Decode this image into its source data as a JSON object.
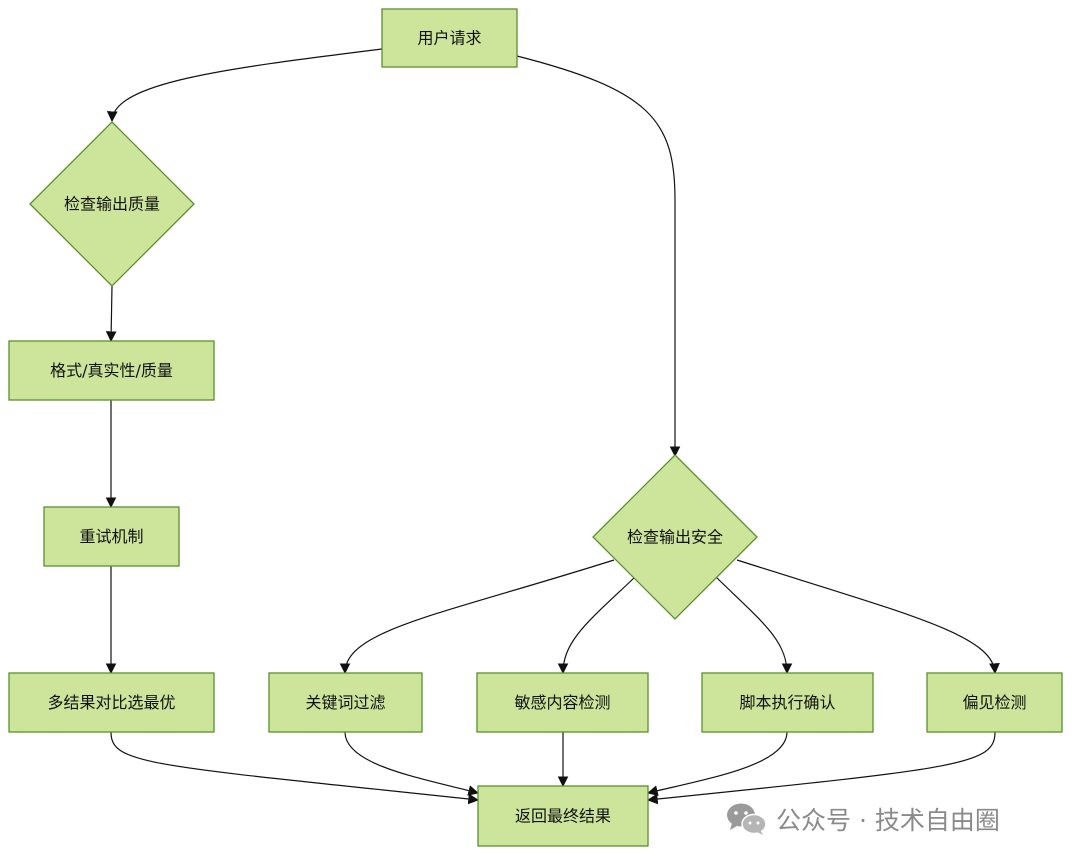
{
  "diagram": {
    "nodes": {
      "user_request": "用户请求",
      "check_quality": "检查输出质量",
      "format_truth_quality": "格式/真实性/质量",
      "retry": "重试机制",
      "multi_compare": "多结果对比选最优",
      "check_security": "检查输出安全",
      "keyword_filter": "关键词过滤",
      "sensitive_detect": "敏感内容检测",
      "script_confirm": "脚本执行确认",
      "bias_detect": "偏见检测",
      "final_result": "返回最终结果"
    },
    "edges": [
      [
        "user_request",
        "check_quality"
      ],
      [
        "user_request",
        "check_security"
      ],
      [
        "check_quality",
        "format_truth_quality"
      ],
      [
        "format_truth_quality",
        "retry"
      ],
      [
        "retry",
        "multi_compare"
      ],
      [
        "check_security",
        "keyword_filter"
      ],
      [
        "check_security",
        "sensitive_detect"
      ],
      [
        "check_security",
        "script_confirm"
      ],
      [
        "check_security",
        "bias_detect"
      ],
      [
        "multi_compare",
        "final_result"
      ],
      [
        "keyword_filter",
        "final_result"
      ],
      [
        "sensitive_detect",
        "final_result"
      ],
      [
        "script_confirm",
        "final_result"
      ],
      [
        "bias_detect",
        "final_result"
      ]
    ],
    "colors": {
      "node_fill": "#cde59b",
      "node_stroke": "#5a8f2e",
      "edge": "#111111"
    }
  },
  "watermark": {
    "text": "公众号 · 技术自由圈",
    "icon": "wechat-icon"
  }
}
